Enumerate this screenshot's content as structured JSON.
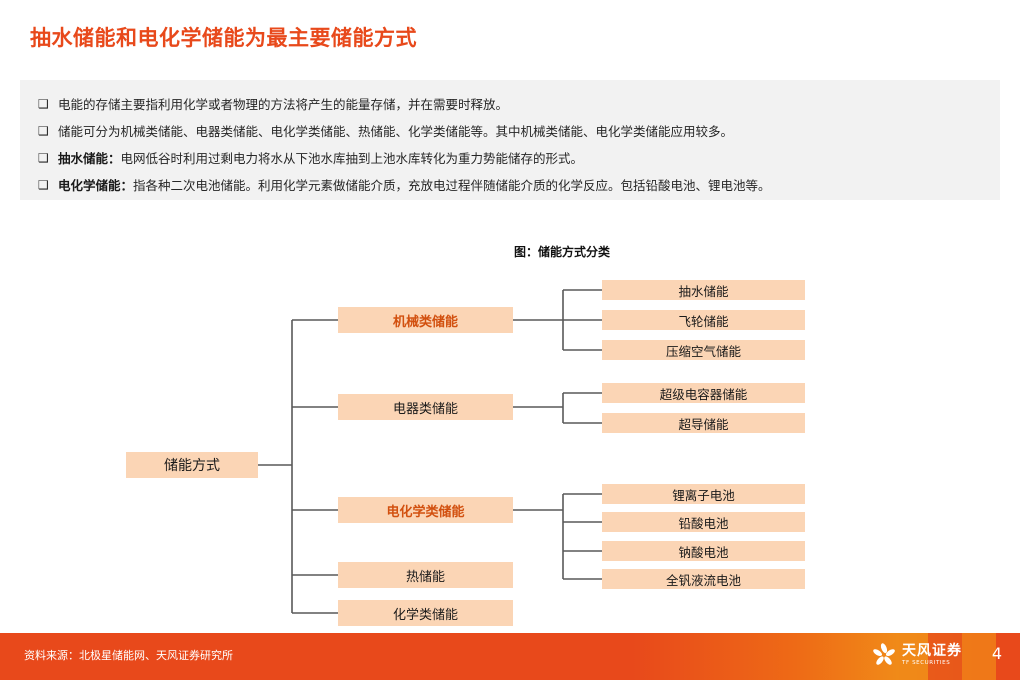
{
  "slide": {
    "title": "抽水储能和电化学储能为最主要储能方式",
    "page_number": "4",
    "accent_color": "#E8491B",
    "node_fill_color": "#FBD5B5",
    "panel_bg_color": "#F2F2F2"
  },
  "bullets": {
    "marker": "❑",
    "items": [
      {
        "lead": "",
        "text": "电能的存储主要指利用化学或者物理的方法将产生的能量存储，并在需要时释放。"
      },
      {
        "lead": "",
        "text": "储能可分为机械类储能、电器类储能、电化学类储能、热储能、化学类储能等。其中机械类储能、电化学类储能应用较多。"
      },
      {
        "lead": "抽水储能：",
        "text": "电网低谷时利用过剩电力将水从下池水库抽到上池水库转化为重力势能储存的形式。"
      },
      {
        "lead": "电化学储能：",
        "text": "指各种二次电池储能。利用化学元素做储能介质，充放电过程伴随储能介质的化学反应。包括铅酸电池、锂电池等。"
      }
    ]
  },
  "figure": {
    "caption": "图：储能方式分类",
    "root": {
      "label": "储能方式"
    },
    "branches": [
      {
        "label": "机械类储能",
        "highlight": true,
        "children": [
          {
            "label": "抽水储能"
          },
          {
            "label": "飞轮储能"
          },
          {
            "label": "压缩空气储能"
          }
        ]
      },
      {
        "label": "电器类储能",
        "highlight": false,
        "children": [
          {
            "label": "超级电容器储能"
          },
          {
            "label": "超导储能"
          }
        ]
      },
      {
        "label": "电化学类储能",
        "highlight": true,
        "children": [
          {
            "label": "锂离子电池"
          },
          {
            "label": "铅酸电池"
          },
          {
            "label": "钠酸电池"
          },
          {
            "label": "全钒液流电池"
          }
        ]
      },
      {
        "label": "热储能",
        "highlight": false,
        "children": []
      },
      {
        "label": "化学类储能",
        "highlight": false,
        "children": []
      }
    ]
  },
  "footer": {
    "source": "资料来源：北极星储能网、天风证券研究所",
    "logo_cn": "天风证券",
    "logo_en": "TF SECURITIES"
  }
}
